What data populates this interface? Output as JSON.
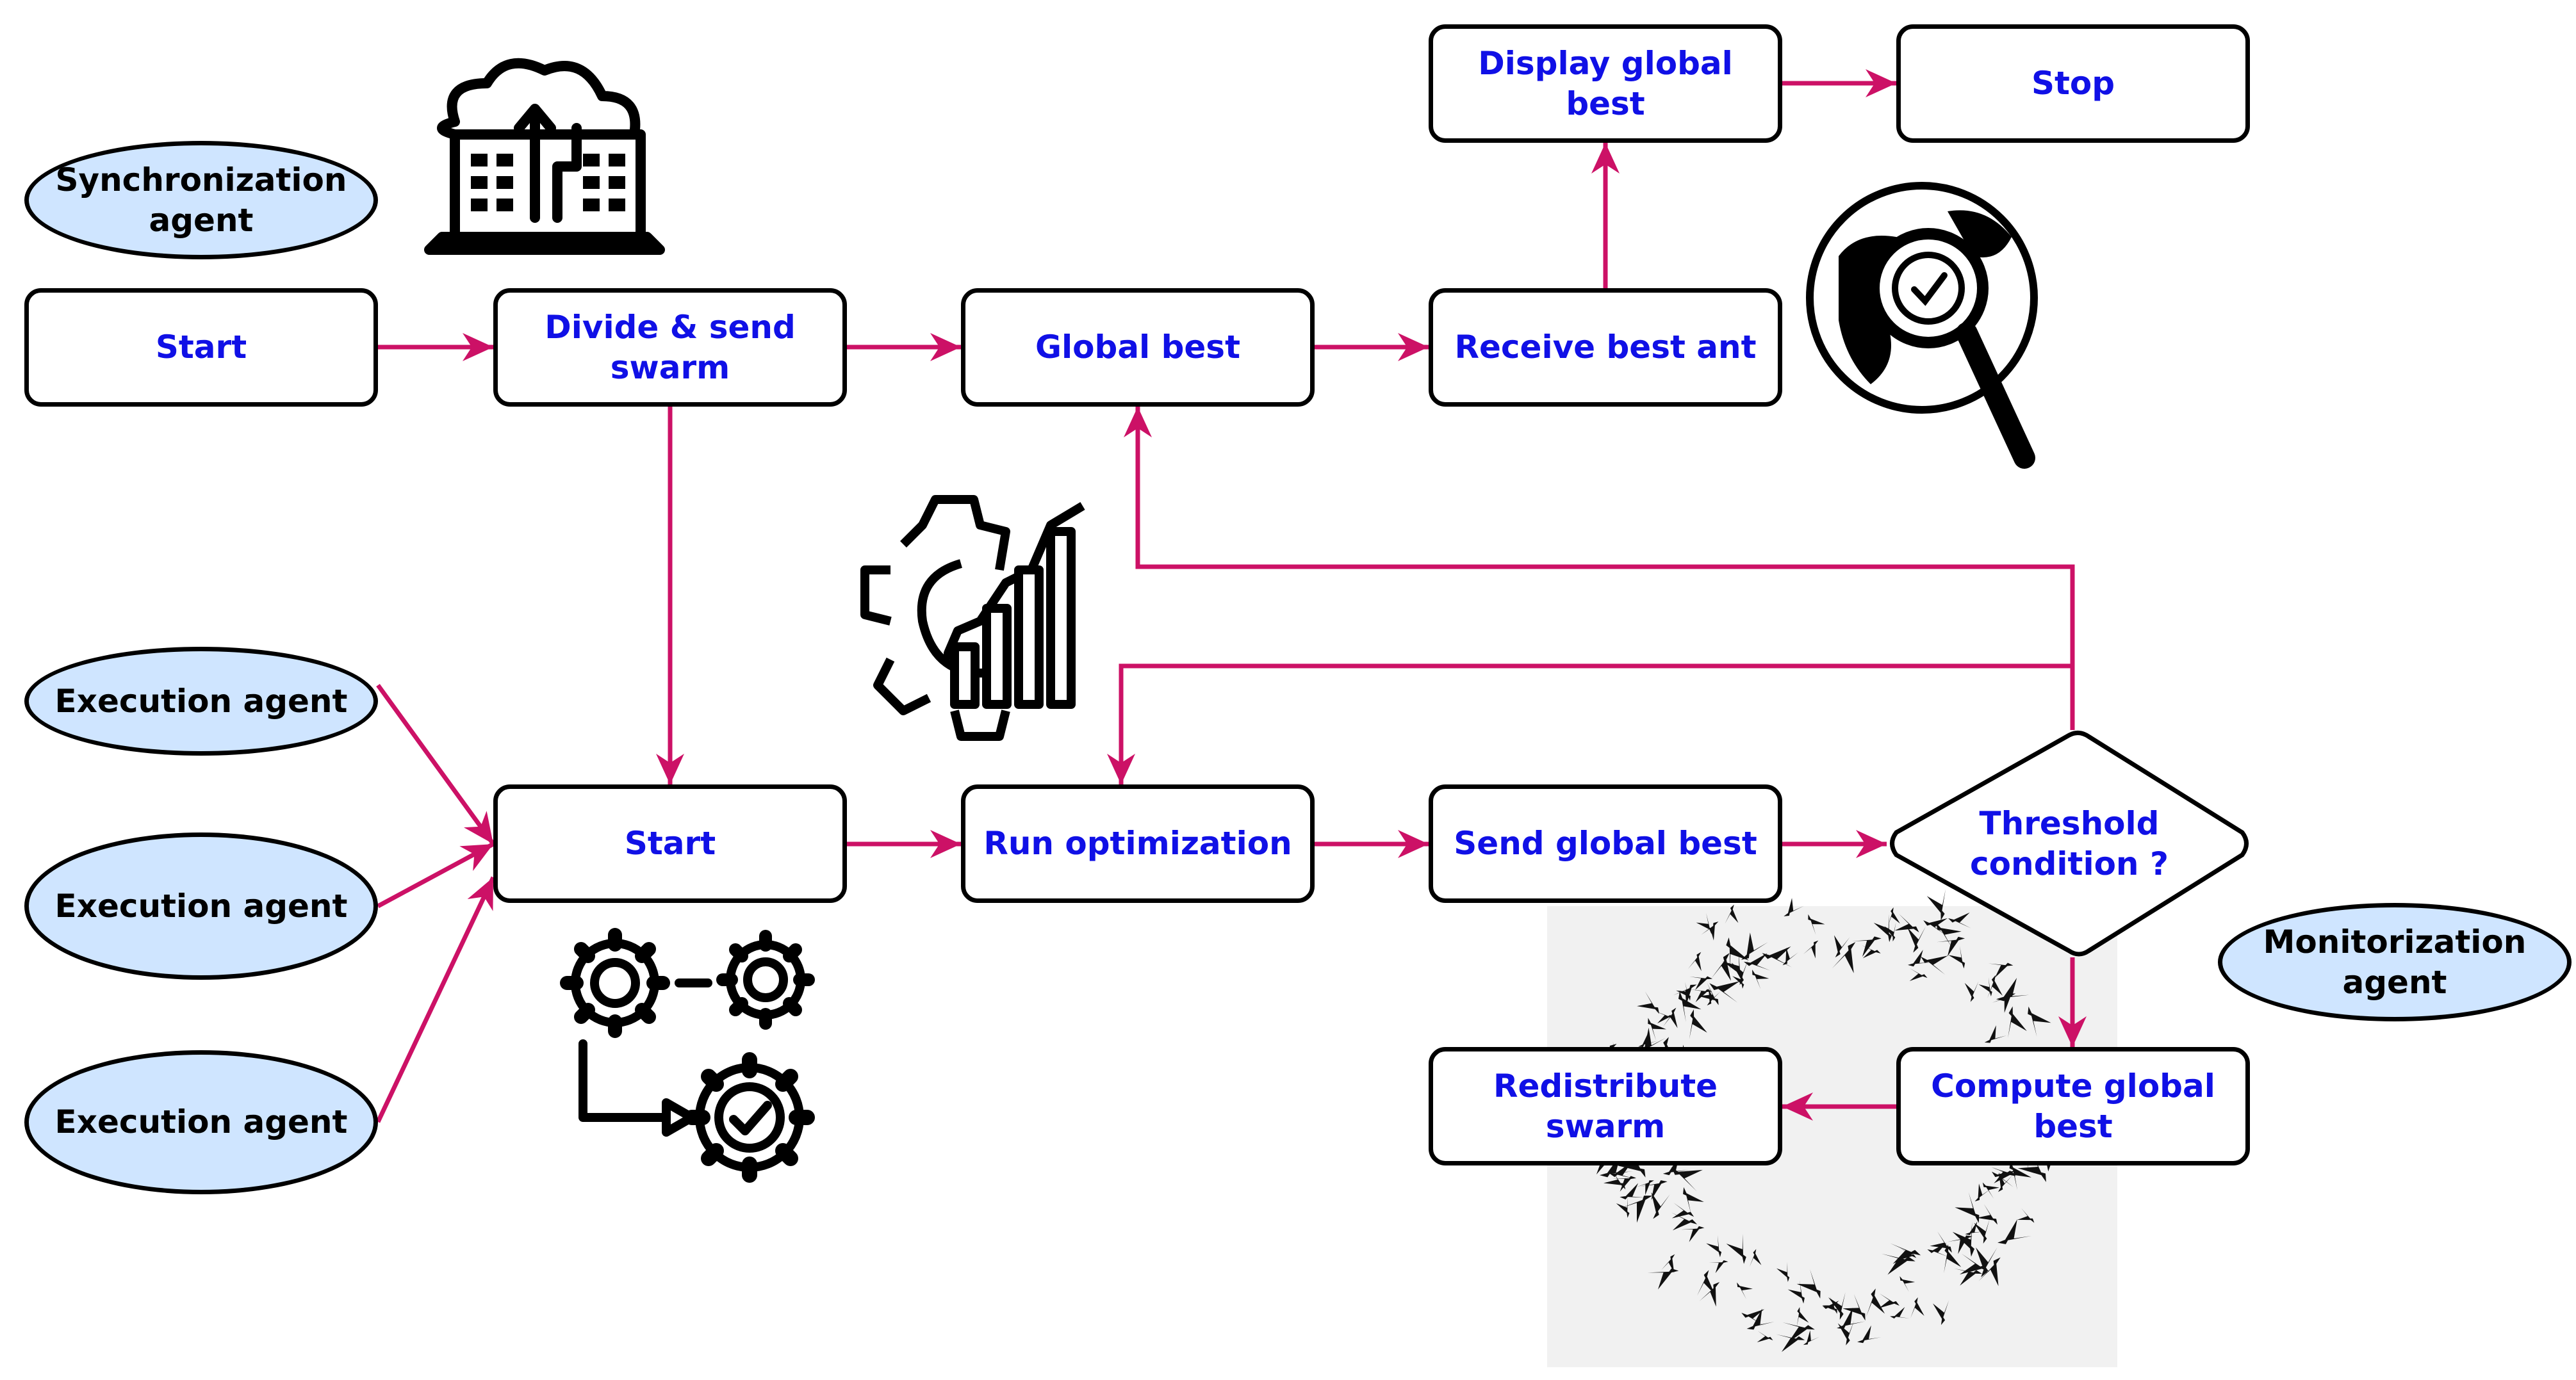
{
  "colors": {
    "box_text": "#1010e6",
    "agent_text": "#000000",
    "agent_fill": "#cfe5ff",
    "arrow": "#cc1166",
    "border": "#000000"
  },
  "agents": {
    "synchronization": "Synchronization\nagent",
    "execution_1": "Execution agent",
    "execution_2": "Execution agent",
    "execution_3": "Execution agent",
    "monitorization": "Monitorization\nagent"
  },
  "nodes": {
    "start_sync": "Start",
    "divide_send_swarm": "Divide & send\nswarm",
    "global_best": "Global best",
    "receive_best_ant": "Receive best ant",
    "display_global_best": "Display global best",
    "stop": "Stop",
    "start_exec": "Start",
    "run_optimization": "Run optimization",
    "send_global_best": "Send global best",
    "threshold_condition": "Threshold\ncondition ?",
    "compute_global_best": "Compute global best",
    "redistribute_swarm": "Redistribute swarm"
  },
  "icons": {
    "cloud_upload": "cloud-upload-laptop-icon",
    "global_search": "globe-magnifier-icon",
    "gear_growth": "gear-growth-chart-icon",
    "gears_check": "gears-workflow-check-icon",
    "birds_swarm": "bird-swarm-image"
  }
}
